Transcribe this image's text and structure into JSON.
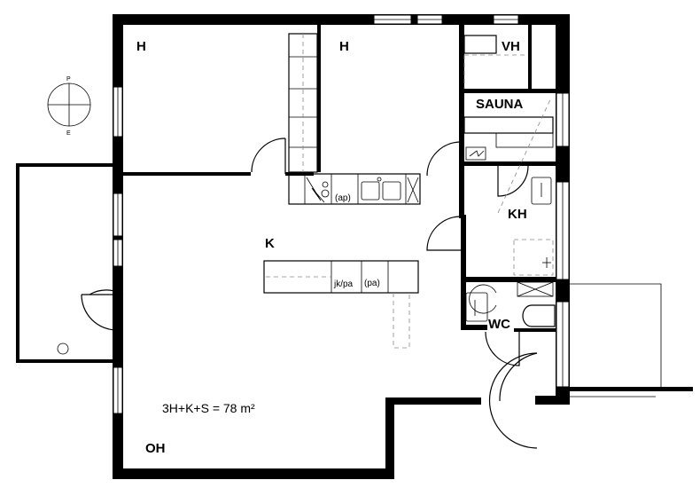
{
  "plan": {
    "rooms": {
      "bedroom_west": "H",
      "bedroom_middle": "H",
      "wardrobe": "VH",
      "sauna": "SAUNA",
      "bathroom": "KH",
      "kitchen": "K",
      "toilet": "WC",
      "living_room": "OH"
    },
    "fixtures": {
      "dishwasher": "(ap)",
      "fridge_freezer": "jk/pa",
      "freezer": "(pa)"
    },
    "summary": "3H+K+S = 78 m²",
    "compass": {
      "north": "P",
      "south": "E"
    }
  }
}
